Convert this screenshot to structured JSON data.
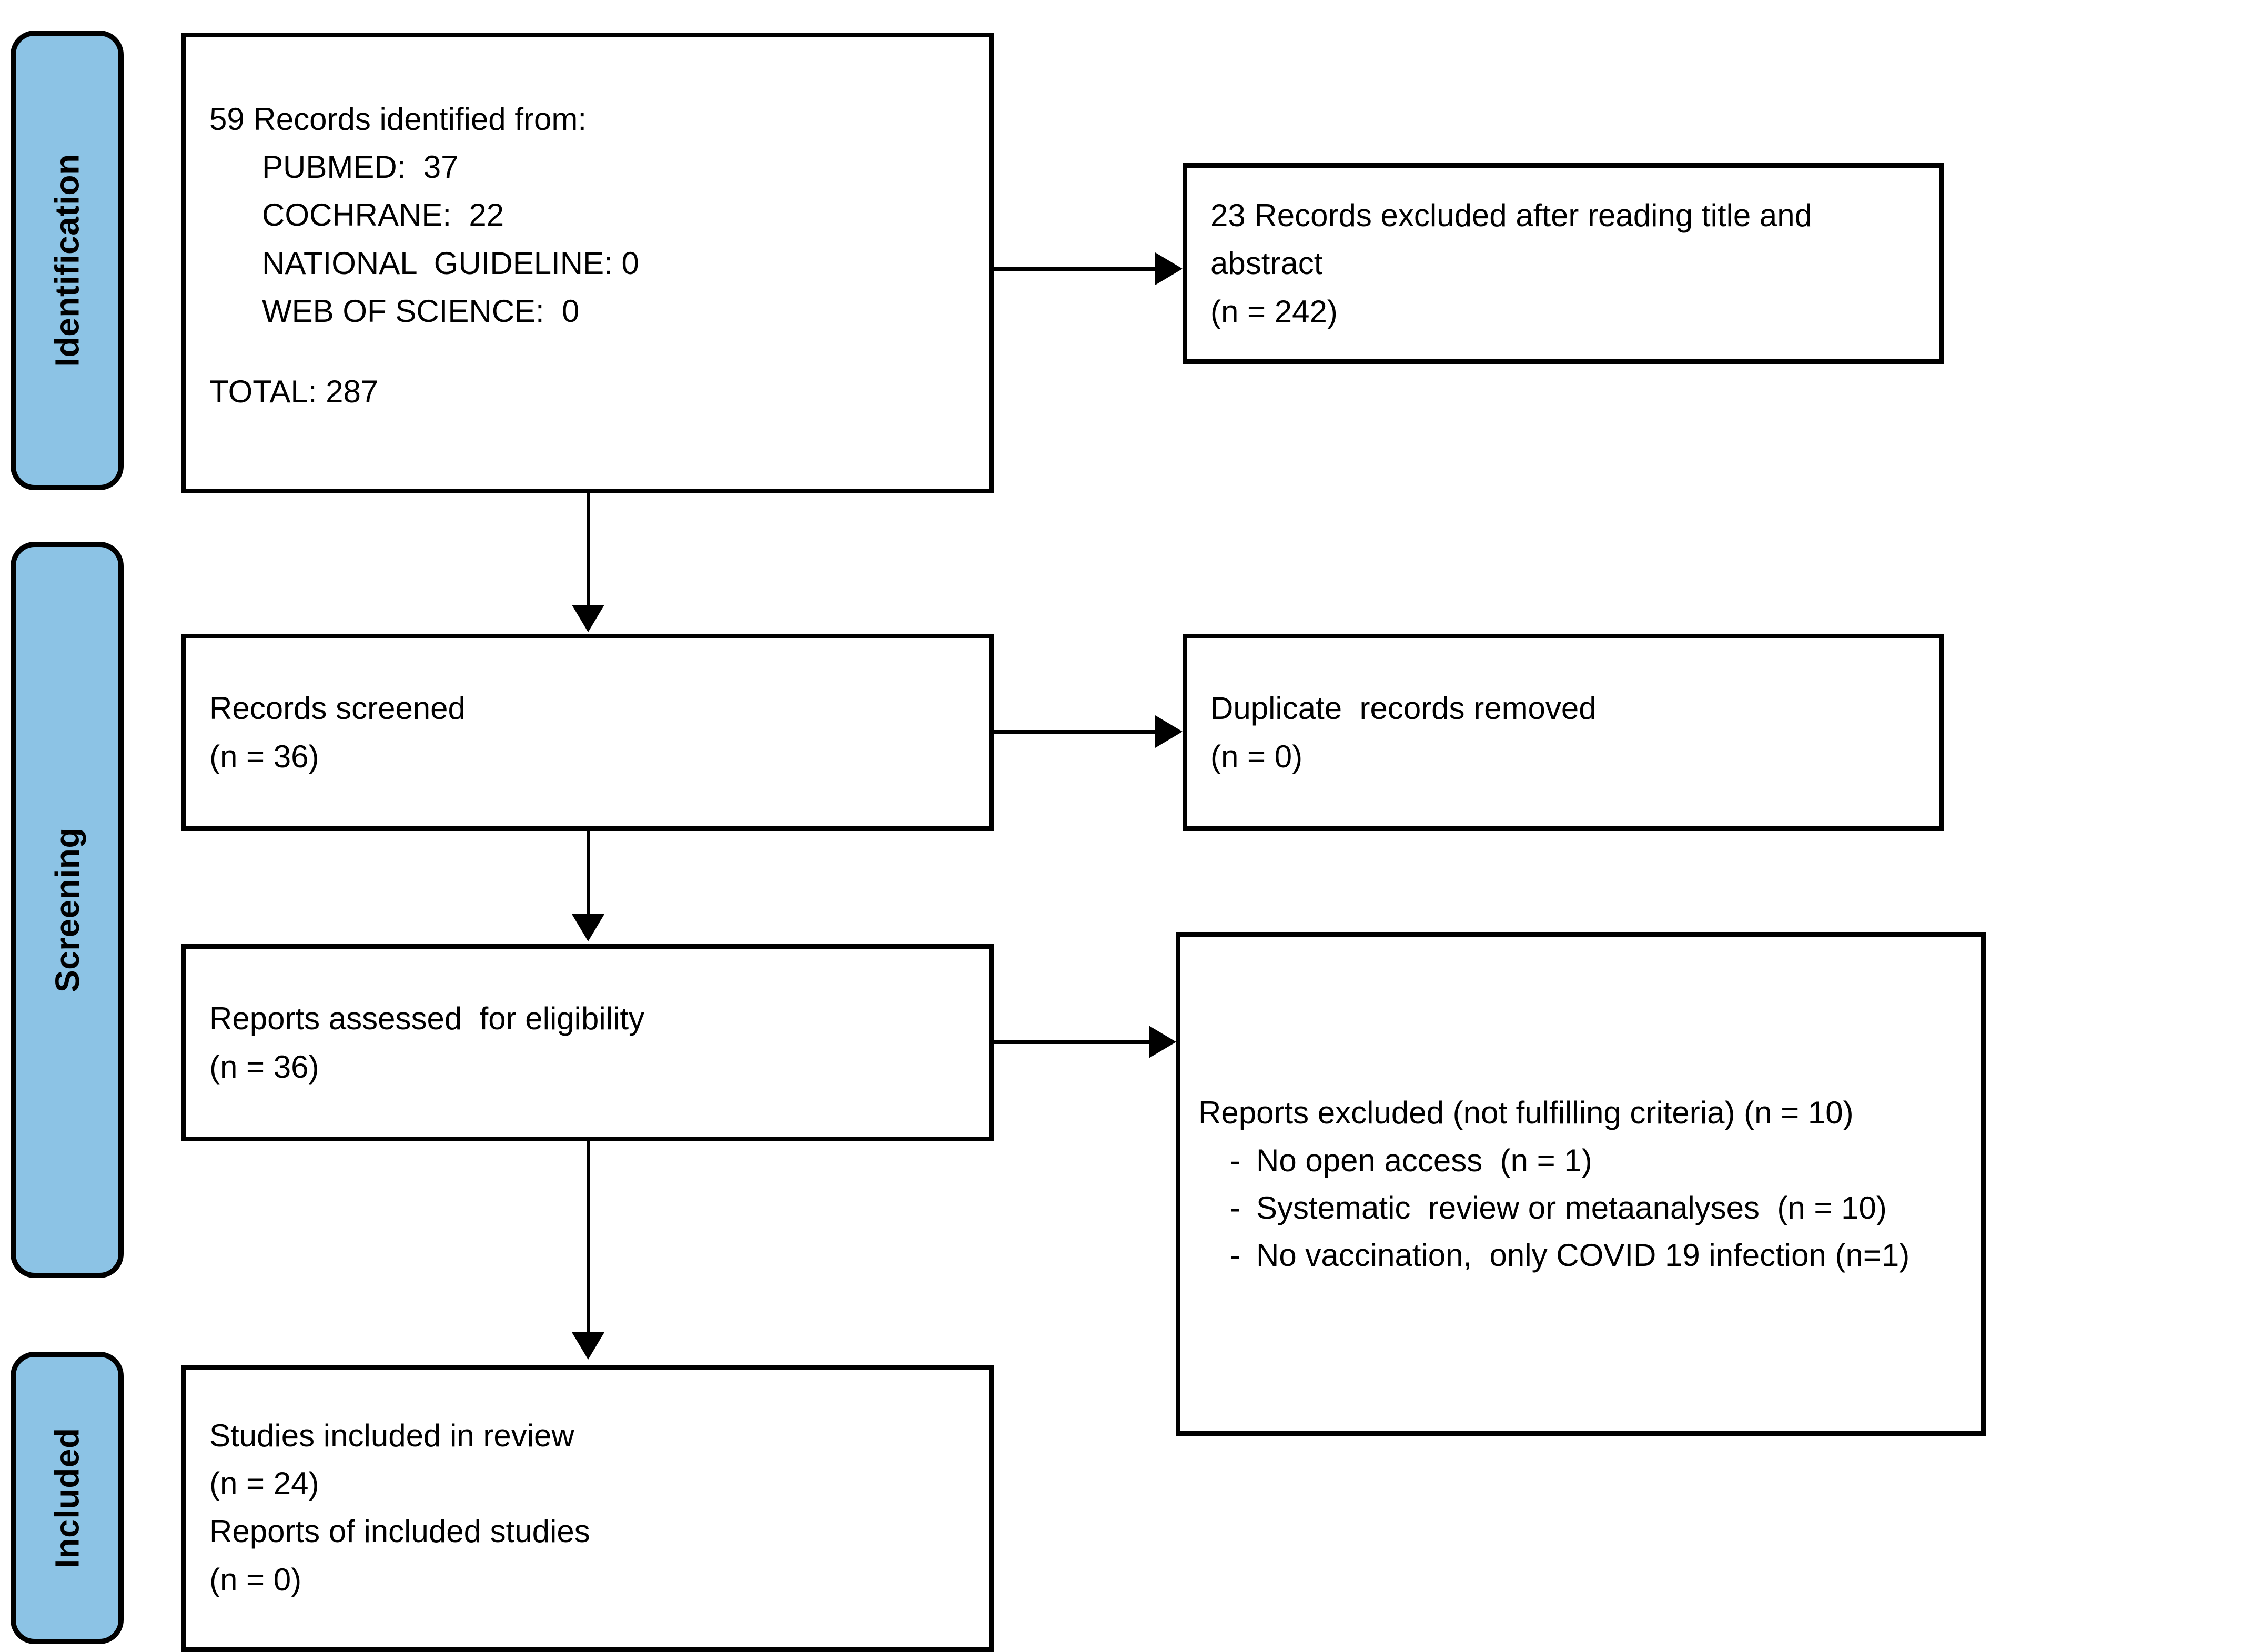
{
  "diagram": {
    "title": "PRISMA flow diagram",
    "accent_color": "#8cc3e5",
    "border_color": "#000000",
    "background_color": "#ffffff"
  },
  "phases": [
    {
      "label": "Identification"
    },
    {
      "label": "Screening"
    },
    {
      "label": "Included"
    }
  ],
  "boxes": {
    "identified": {
      "line1": "59 Records identified from:",
      "line2": "PUBMED:  37",
      "line3": "COCHRANE:  22",
      "line4": "NATIONAL  GUIDELINE: 0",
      "line5": "WEB OF SCIENCE:  0",
      "line6": "TOTAL: 287"
    },
    "excluded_title_abstract": {
      "line1": "23 Records excluded after reading title and",
      "line2": "abstract",
      "line3": "(n = 242)"
    },
    "records_screened": {
      "line1": "Records screened",
      "line2": "(n = 36)"
    },
    "duplicates_removed": {
      "line1": "Duplicate  records removed",
      "line2": "(n = 0)"
    },
    "reports_assessed": {
      "line1": "Reports assessed  for eligibility",
      "line2": "(n = 36)"
    },
    "reports_excluded": {
      "heading": "Reports excluded (not fulfilling criteria) (n = 10)",
      "bullet_marker": "-",
      "reasons": [
        "No open access  (n = 1)",
        "Systematic  review or metaanalyses  (n = 10)",
        "No vaccination,  only COVID 19 infection (n=1)"
      ]
    },
    "studies_included": {
      "line1": "Studies included in review",
      "line2": "(n = 24)",
      "line3": "Reports of included studies",
      "line4": "(n = 0)"
    }
  }
}
